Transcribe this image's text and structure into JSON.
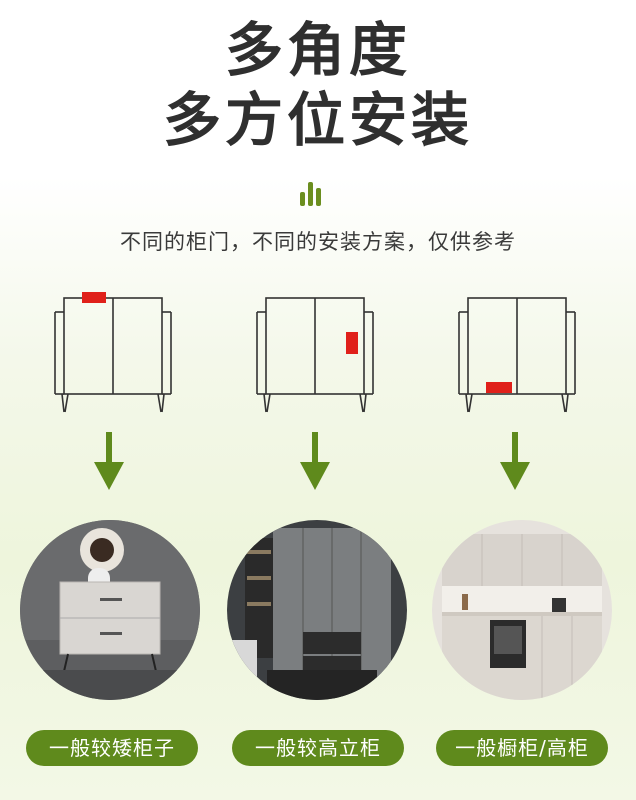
{
  "headline": {
    "line1": "多角度",
    "line2": "多方位安装"
  },
  "subtitle": "不同的柜门，不同的安装方案，仅供参考",
  "colors": {
    "accent_green": "#5f8a1c",
    "marker_red": "#e0201a",
    "title_dark": "#2f2f2f"
  },
  "icons": {
    "bars": "bar-chart-icon",
    "arrow": "arrow-down-icon"
  },
  "examples": [
    {
      "label": "一般较矮柜子",
      "mount_position": "top"
    },
    {
      "label": "一般较高立柜",
      "mount_position": "side"
    },
    {
      "label": "一般橱柜/高柜",
      "mount_position": "bottom"
    }
  ]
}
